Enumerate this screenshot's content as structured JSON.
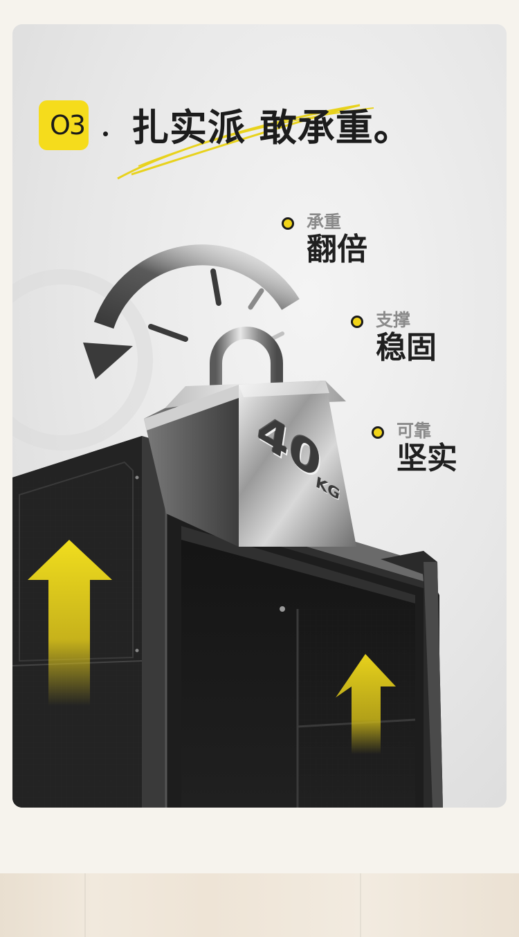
{
  "heading": {
    "number": "O3",
    "title": "扎实派 敢承重。"
  },
  "features": [
    {
      "small": "承重",
      "big": "翻倍"
    },
    {
      "small": "支撑",
      "big": "稳固"
    },
    {
      "small": "可靠",
      "big": "坚实"
    }
  ],
  "weight": {
    "value": "40",
    "unit": "KG"
  },
  "colors": {
    "accent_yellow": "#f5dc1c",
    "text_dark": "#1c1c1c",
    "text_grey": "#8a8a8a",
    "cabinet": "#1e1e1e"
  }
}
